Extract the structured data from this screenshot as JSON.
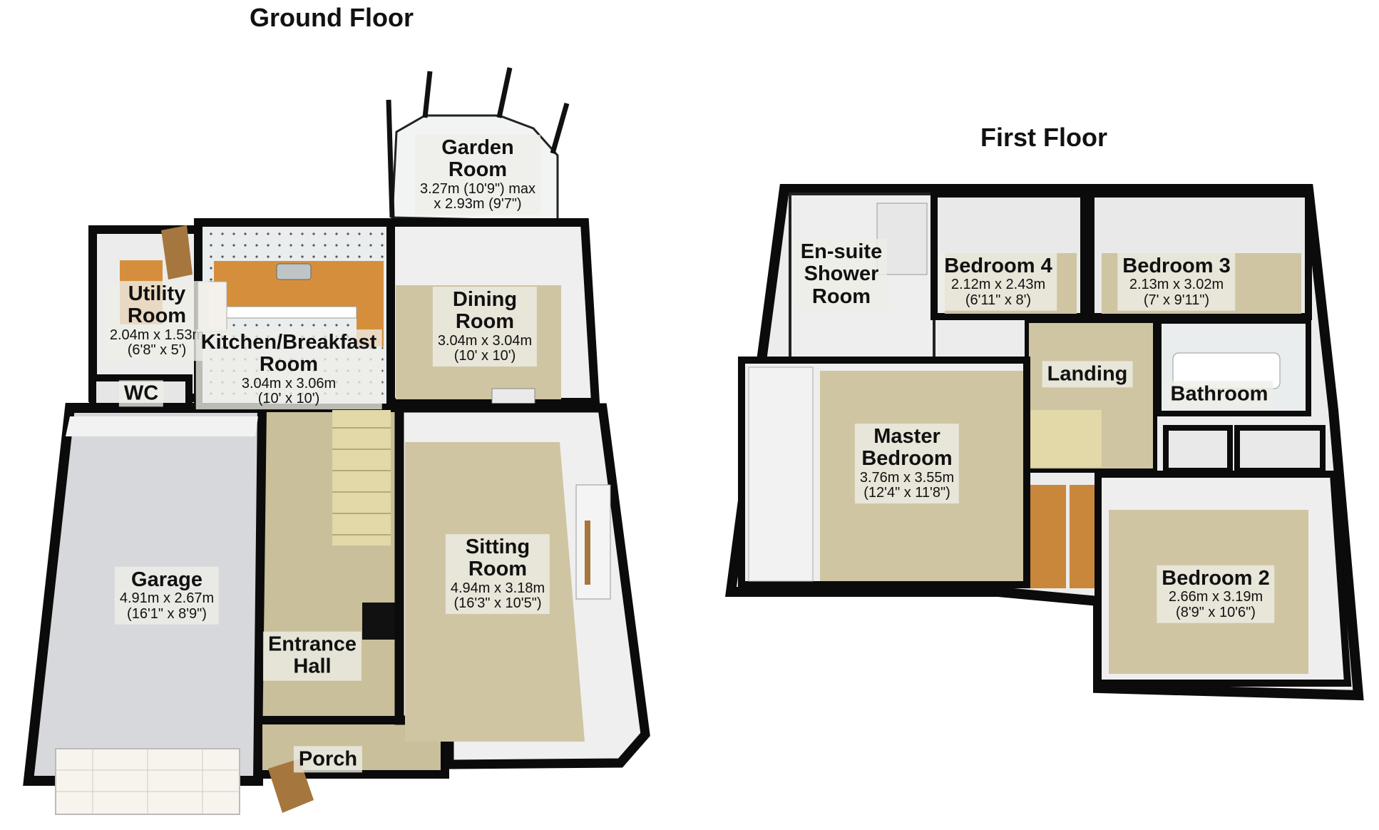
{
  "floors": [
    {
      "title": "Ground Floor",
      "rooms": [
        {
          "id": "garden-room",
          "name": "Garden\nRoom",
          "dims": "3.27m (10'9\") max\nx 2.93m (9'7\")"
        },
        {
          "id": "utility-room",
          "name": "Utility\nRoom",
          "dims": "2.04m x 1.53m\n(6'8\" x 5')"
        },
        {
          "id": "kitchen-breakfast-room",
          "name": "Kitchen/Breakfast\nRoom",
          "dims": "3.04m x 3.06m\n(10' x 10')"
        },
        {
          "id": "dining-room",
          "name": "Dining\nRoom",
          "dims": "3.04m x 3.04m\n(10' x 10')"
        },
        {
          "id": "wc",
          "name": "WC",
          "dims": ""
        },
        {
          "id": "garage",
          "name": "Garage",
          "dims": "4.91m x 2.67m\n(16'1\" x 8'9\")"
        },
        {
          "id": "sitting-room",
          "name": "Sitting\nRoom",
          "dims": "4.94m x 3.18m\n(16'3\" x 10'5\")"
        },
        {
          "id": "entrance-hall",
          "name": "Entrance\nHall",
          "dims": ""
        },
        {
          "id": "porch",
          "name": "Porch",
          "dims": ""
        }
      ]
    },
    {
      "title": "First Floor",
      "rooms": [
        {
          "id": "en-suite",
          "name": "En-suite\nShower\nRoom",
          "dims": ""
        },
        {
          "id": "bedroom-4",
          "name": "Bedroom 4",
          "dims": "2.12m x 2.43m\n(6'11\" x 8')"
        },
        {
          "id": "bedroom-3",
          "name": "Bedroom 3",
          "dims": "2.13m x 3.02m\n(7' x 9'11\")"
        },
        {
          "id": "landing",
          "name": "Landing",
          "dims": ""
        },
        {
          "id": "bathroom",
          "name": "Bathroom",
          "dims": ""
        },
        {
          "id": "master-bedroom",
          "name": "Master\nBedroom",
          "dims": "3.76m x 3.55m\n(12'4\" x 11'8\")"
        },
        {
          "id": "bedroom-2",
          "name": "Bedroom 2",
          "dims": "2.66m x 3.19m\n(8'9\" x 10'6\")"
        }
      ]
    }
  ],
  "colors": {
    "wall": "#0b0b0b",
    "carpet": "#cfc5a2",
    "hall-floor": "#c9bf9a",
    "garage-floor": "#d6d8db",
    "kitchen-worktop": "#d58f3c",
    "tile": "#dde3e3",
    "wall-face": "#ececec",
    "stairs": "#e2d8a8",
    "door": "#f4f1ec",
    "front-door": "#a5763e"
  }
}
